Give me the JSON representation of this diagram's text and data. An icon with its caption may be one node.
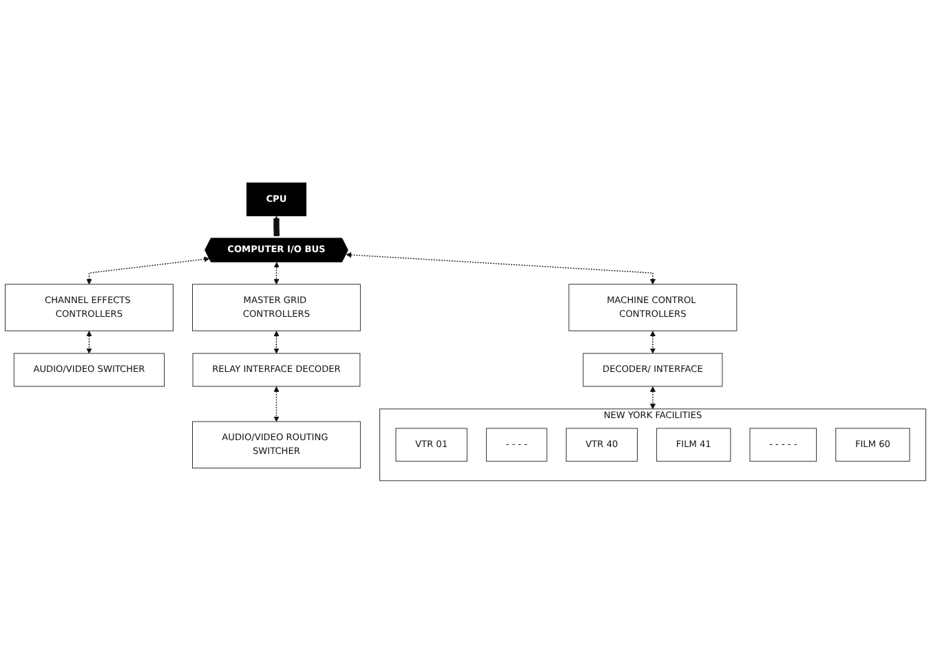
{
  "diagram": {
    "nodes": [
      {
        "text": [
          "CPU"
        ]
      },
      {
        "text": [
          "COMPUTER I/O BUS"
        ]
      },
      {
        "text": [
          "CHANNEL EFFECTS CONTROLLERS"
        ]
      },
      {
        "text": [
          "AUDIO/VIDEO SWITCHER"
        ]
      },
      {
        "text": [
          "MASTER GRID CONTROLLERS"
        ]
      },
      {
        "text": [
          "RELAY INTERFACE DECODER"
        ]
      },
      {
        "text": [
          "AUDIO/VIDEO ROUTING SWITCHER"
        ]
      },
      {
        "text": [
          "MACHINE CONTROL CONTROLLERS"
        ]
      },
      {
        "text": [
          "DECODER/ INTERFACE"
        ]
      },
      {
        "text": [
          "NEW YORK FACILITIES"
        ]
      },
      {
        "text": [
          "VTR 01"
        ],
        "in": 9
      },
      {
        "text": [
          "- - - -"
        ],
        "in": 9
      },
      {
        "text": [
          "VTR 40"
        ],
        "in": 9
      },
      {
        "text": [
          "FILM 41"
        ],
        "in": 9
      },
      {
        "text": [
          "- - - - -"
        ],
        "in": 9
      },
      {
        "text": [
          "FILM 60"
        ],
        "in": 9
      }
    ],
    "edges": [
      {
        "from": 1,
        "to": 0,
        "arrow": "to",
        "style": "thick"
      },
      {
        "from": 1,
        "to": 2,
        "arrow": "both",
        "style": "dashed"
      },
      {
        "from": 2,
        "to": 3,
        "arrow": "both",
        "style": "dashed"
      },
      {
        "from": 1,
        "to": 4,
        "arrow": "both",
        "style": "dashed"
      },
      {
        "from": 4,
        "to": 5,
        "arrow": "both",
        "style": "dashed"
      },
      {
        "from": 5,
        "to": 6,
        "arrow": "both",
        "style": "dashed"
      },
      {
        "from": 1,
        "to": 7,
        "arrow": "both",
        "style": "dashed"
      },
      {
        "from": 7,
        "to": 8,
        "arrow": "both",
        "style": "dashed"
      },
      {
        "from": 8,
        "to": 9,
        "arrow": "both",
        "style": "dashed"
      }
    ]
  }
}
